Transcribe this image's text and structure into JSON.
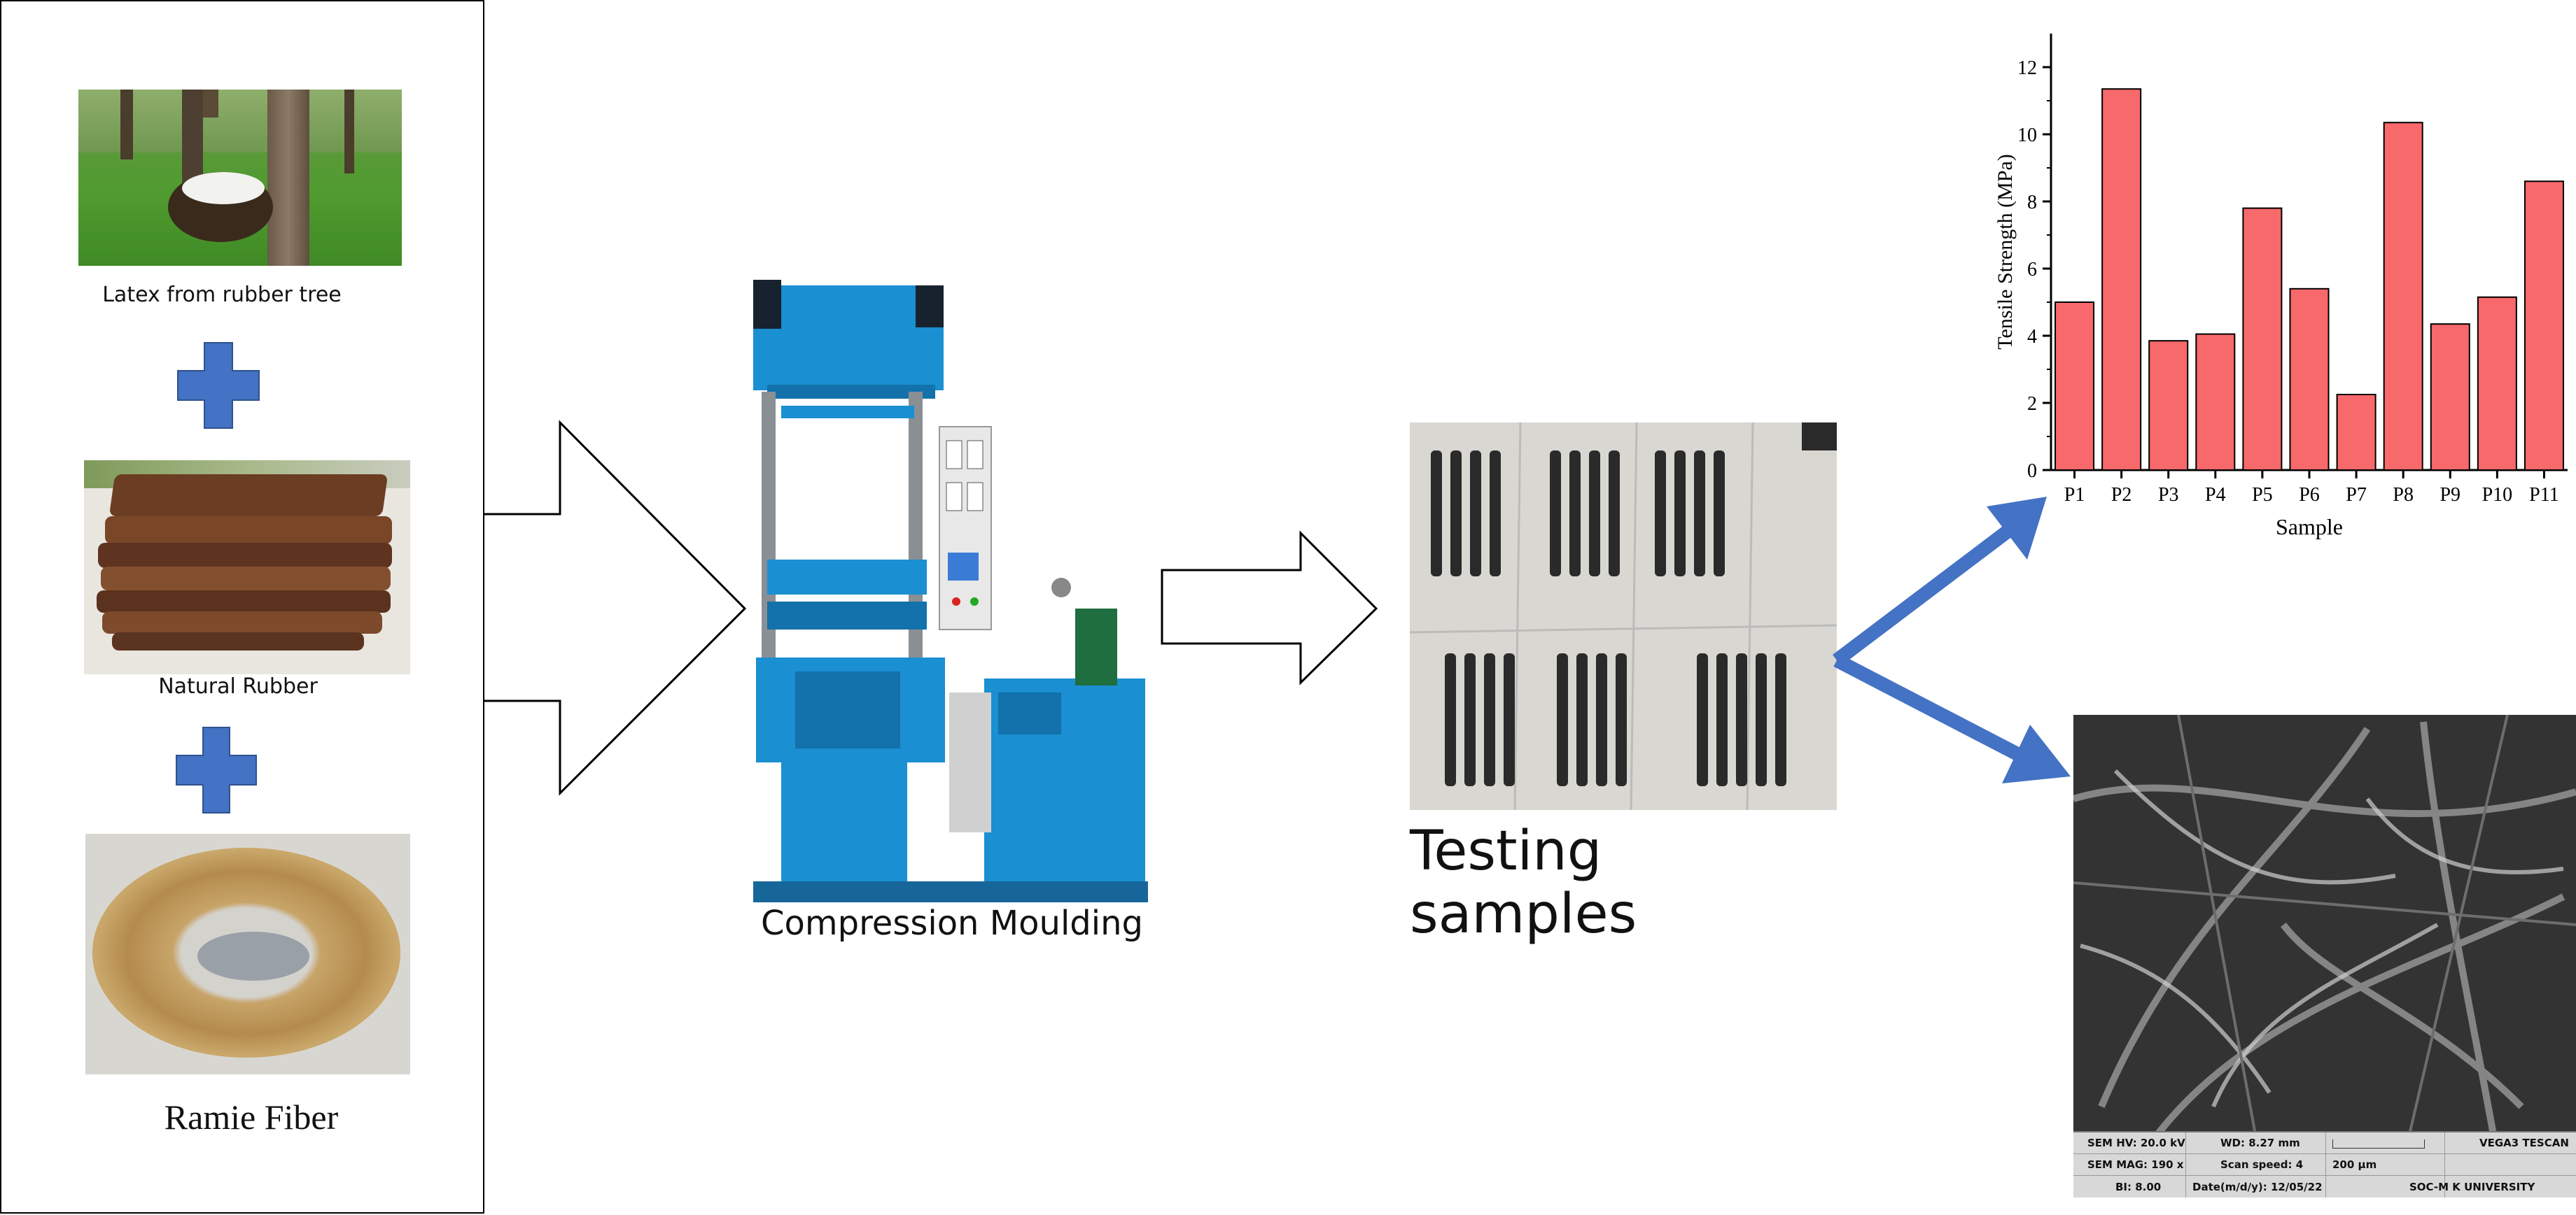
{
  "inputs": {
    "latex_label": "Latex from rubber tree",
    "natural_rubber_label": "Natural Rubber",
    "ramie_label": "Ramie Fiber"
  },
  "process": {
    "compression_label": "Compression Moulding",
    "testing_label": "Testing samples"
  },
  "colors": {
    "plus": "#4472c4",
    "blue_arrow": "#4472c4",
    "bar_fill": "#f8696b",
    "machine_blue": "#1a8fd1"
  },
  "chart_data": {
    "type": "bar",
    "categories": [
      "P1",
      "P2",
      "P3",
      "P4",
      "P5",
      "P6",
      "P7",
      "P8",
      "P9",
      "P10",
      "P11"
    ],
    "values": [
      5.0,
      11.35,
      3.85,
      4.05,
      7.8,
      5.4,
      2.25,
      10.35,
      4.35,
      5.15,
      8.6
    ],
    "xlabel": "Sample",
    "ylabel": "Tensile Strength (MPa)",
    "yticks": [
      "0",
      "2",
      "4",
      "6",
      "8",
      "10",
      "12"
    ],
    "ylim": [
      0,
      13
    ],
    "grid": false
  },
  "sem": {
    "row1": [
      "SEM HV: 20.0 kV",
      "WD: 8.27 mm",
      "",
      "VEGA3 TESCAN"
    ],
    "row2": [
      "SEM MAG: 190 x",
      "Scan speed: 4",
      "200 μm",
      ""
    ],
    "row3": [
      "BI: 8.00",
      "Date(m/d/y): 12/05/22",
      "",
      "SOC-M K UNIVERSITY"
    ]
  }
}
